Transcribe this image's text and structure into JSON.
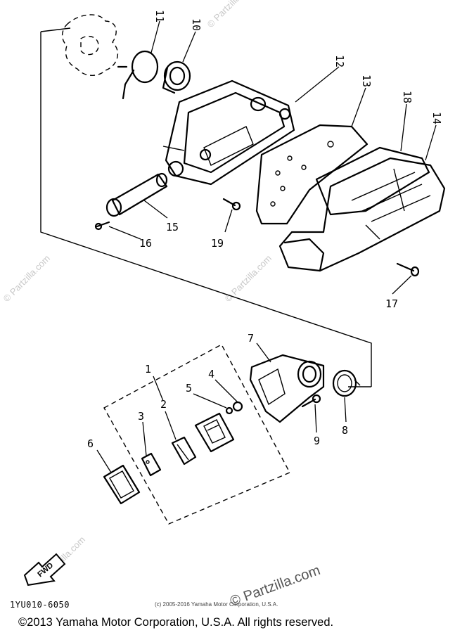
{
  "callouts": [
    "1",
    "2",
    "3",
    "4",
    "5",
    "6",
    "7",
    "8",
    "9",
    "10",
    "11",
    "12",
    "13",
    "14",
    "15",
    "16",
    "17",
    "18",
    "19"
  ],
  "fwd_label": "FWD",
  "diagram_code": "1YU010-6050",
  "small_copyright": "(c) 2005-2016 Yamaha Motor Corporation, U.S.A.",
  "copyright": "©2013 Yamaha Motor Corporation, U.S.A. All rights reserved.",
  "watermark": "© Partzilla.com",
  "watermark_large": "© Partzilla.com"
}
